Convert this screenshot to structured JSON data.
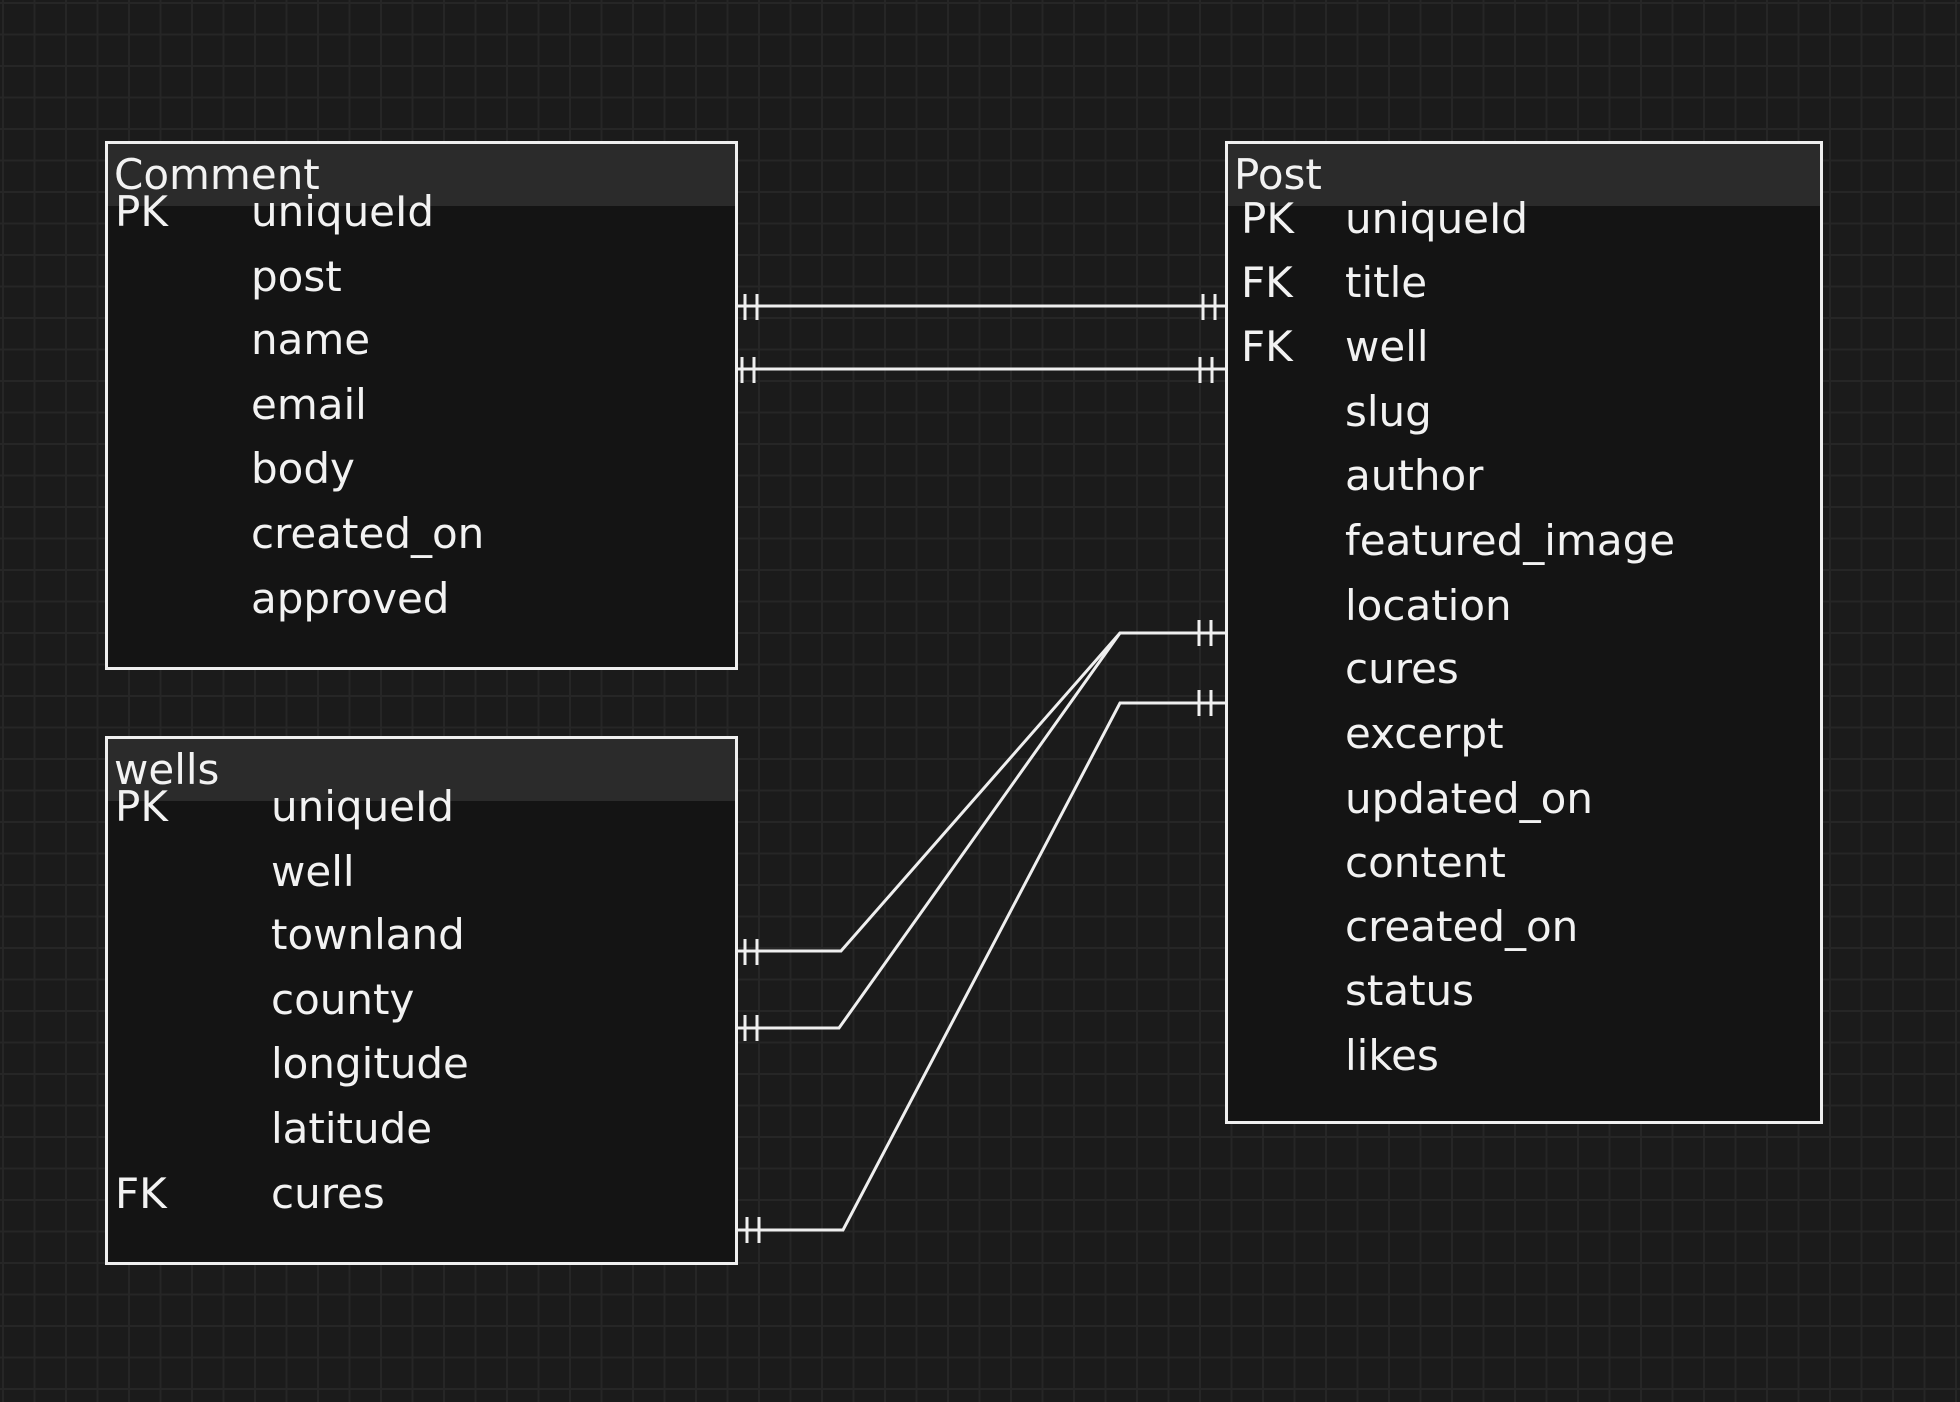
{
  "entities": {
    "comment": {
      "title": "Comment",
      "fields": [
        {
          "key": "PK",
          "name": "uniqueId"
        },
        {
          "key": "",
          "name": "post"
        },
        {
          "key": "",
          "name": "name"
        },
        {
          "key": "",
          "name": "email"
        },
        {
          "key": "",
          "name": "body"
        },
        {
          "key": "",
          "name": "created_on"
        },
        {
          "key": "",
          "name": "approved"
        }
      ]
    },
    "wells": {
      "title": "wells",
      "fields": [
        {
          "key": "PK",
          "name": "uniqueId"
        },
        {
          "key": "",
          "name": "well"
        },
        {
          "key": "",
          "name": "townland"
        },
        {
          "key": "",
          "name": "county"
        },
        {
          "key": "",
          "name": "longitude"
        },
        {
          "key": "",
          "name": "latitude"
        },
        {
          "key": "FK",
          "name": "cures"
        }
      ]
    },
    "post": {
      "title": "Post",
      "fields": [
        {
          "key": "PK",
          "name": "uniqueId"
        },
        {
          "key": "FK",
          "name": "title"
        },
        {
          "key": "FK",
          "name": "well"
        },
        {
          "key": "",
          "name": "slug"
        },
        {
          "key": "",
          "name": "author"
        },
        {
          "key": "",
          "name": "featured_image"
        },
        {
          "key": "",
          "name": "location"
        },
        {
          "key": "",
          "name": "cures"
        },
        {
          "key": "",
          "name": "excerpt"
        },
        {
          "key": "",
          "name": "updated_on"
        },
        {
          "key": "",
          "name": "content"
        },
        {
          "key": "",
          "name": "created_on"
        },
        {
          "key": "",
          "name": "status"
        },
        {
          "key": "",
          "name": "likes"
        }
      ]
    }
  },
  "relationships": [
    {
      "from": "Comment.post",
      "to": "Post.title",
      "from_cardinality": "one-and-only-one",
      "to_cardinality": "one-and-only-one"
    },
    {
      "from": "Comment.name",
      "to": "Post.well",
      "from_cardinality": "one-and-only-one",
      "to_cardinality": "one-and-only-one"
    },
    {
      "from": "wells.townland",
      "to": "Post.location",
      "from_cardinality": "one-and-only-one",
      "to_cardinality": "one-and-only-one"
    },
    {
      "from": "wells.county",
      "to": "Post.location",
      "from_cardinality": "one-and-only-one",
      "to_cardinality": "one-and-only-one"
    },
    {
      "from": "wells.cures",
      "to": "Post.cures",
      "from_cardinality": "one-and-only-one",
      "to_cardinality": "one-and-only-one"
    }
  ],
  "colors": {
    "background": "#1b1b1b",
    "grid": "#262626",
    "entity_fill": "#141414",
    "header_fill": "#2b2b2b",
    "stroke": "#efefef",
    "text": "#f2f2f2"
  }
}
